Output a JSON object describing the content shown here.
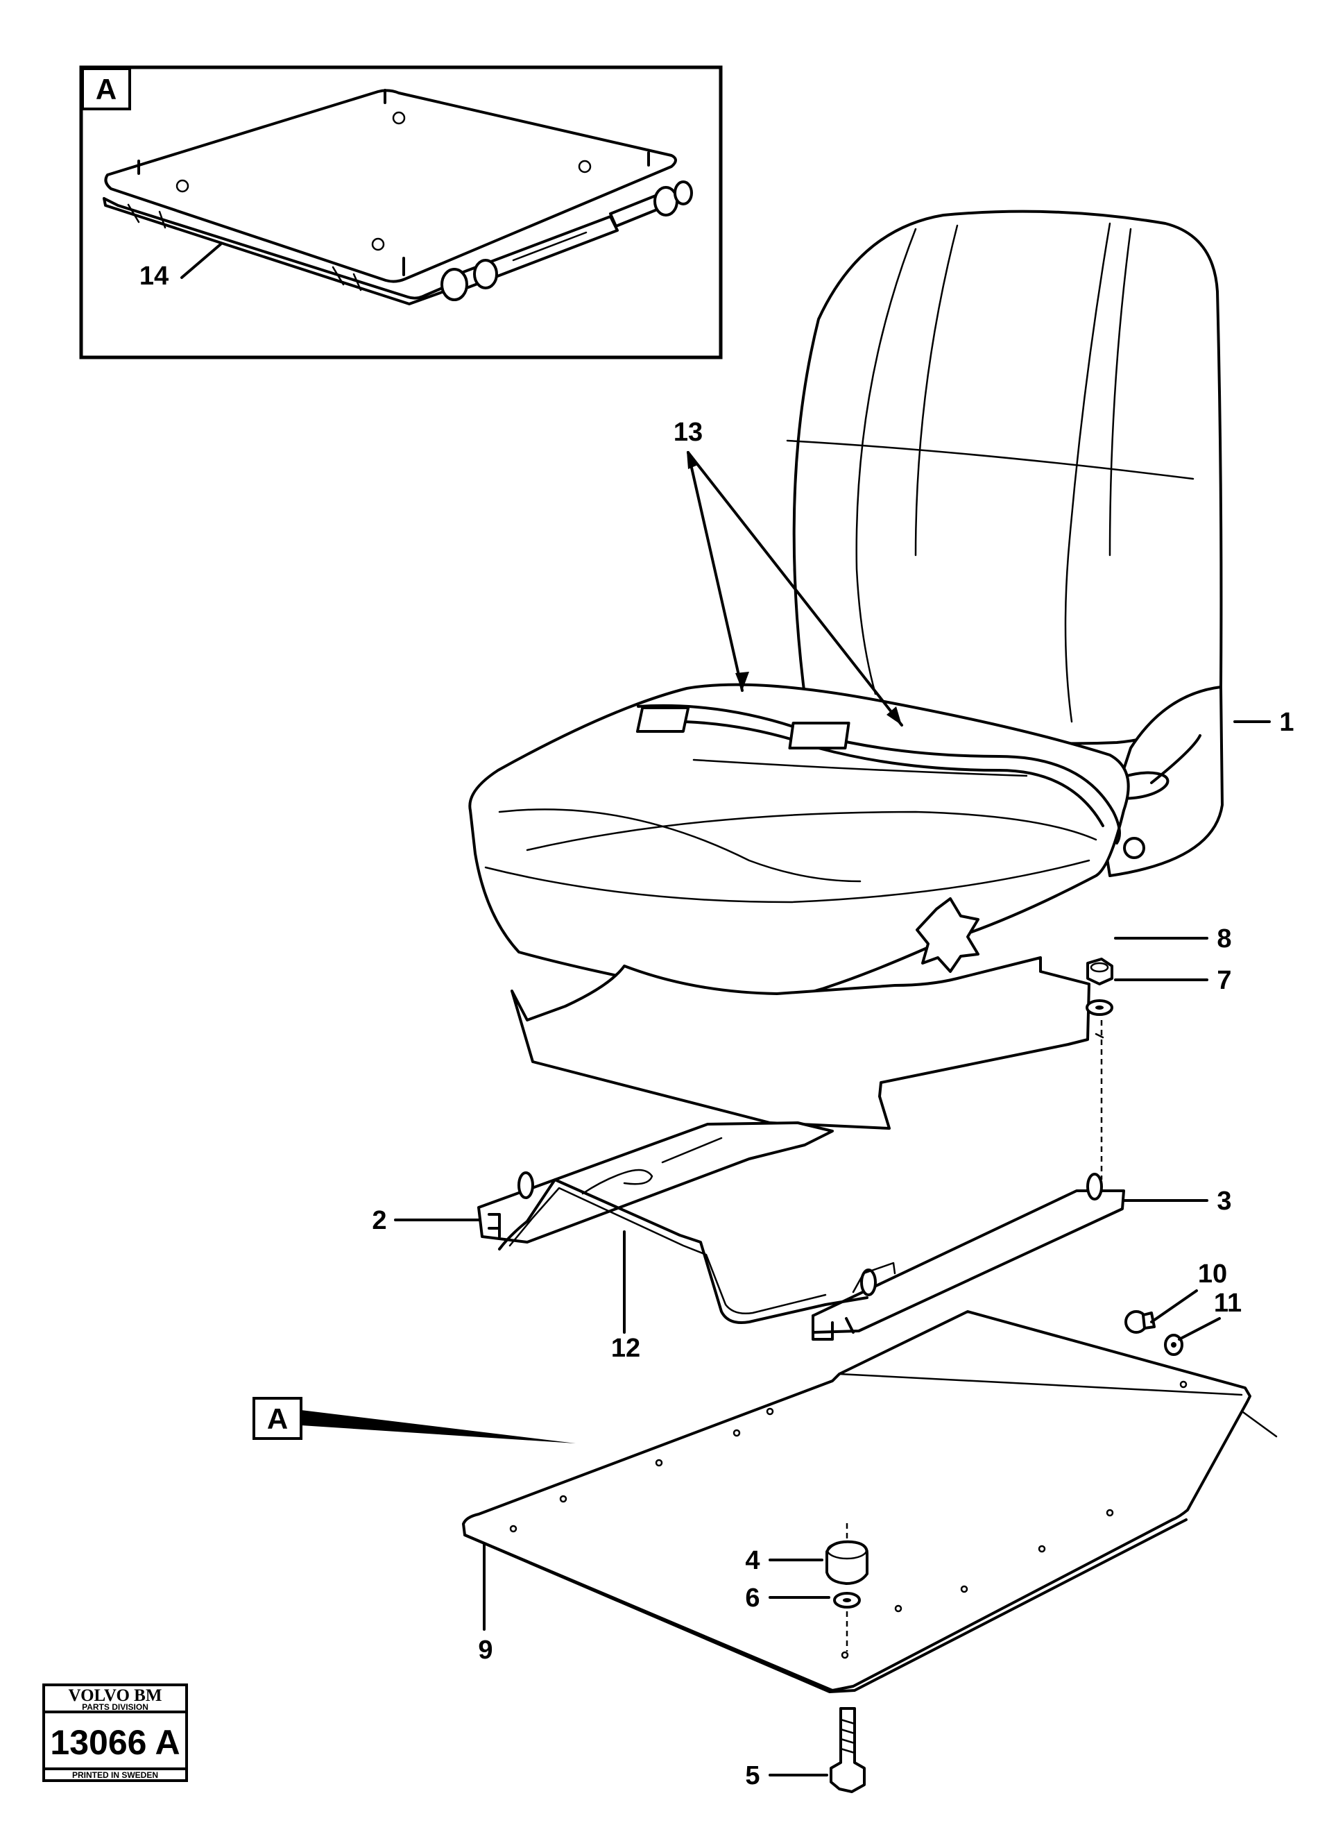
{
  "callouts": {
    "c1": "1",
    "c2": "2",
    "c3": "3",
    "c4": "4",
    "c5": "5",
    "c6": "6",
    "c7": "7",
    "c8": "8",
    "c9": "9",
    "c10": "10",
    "c11": "11",
    "c12": "12",
    "c13": "13",
    "c14": "14"
  },
  "view_marker": "A",
  "inset_marker": "A",
  "stamp": {
    "brand": "VOLVO BM",
    "division": "PARTS DIVISION",
    "number": "13066 A",
    "printed": "PRINTED IN SWEDEN"
  }
}
